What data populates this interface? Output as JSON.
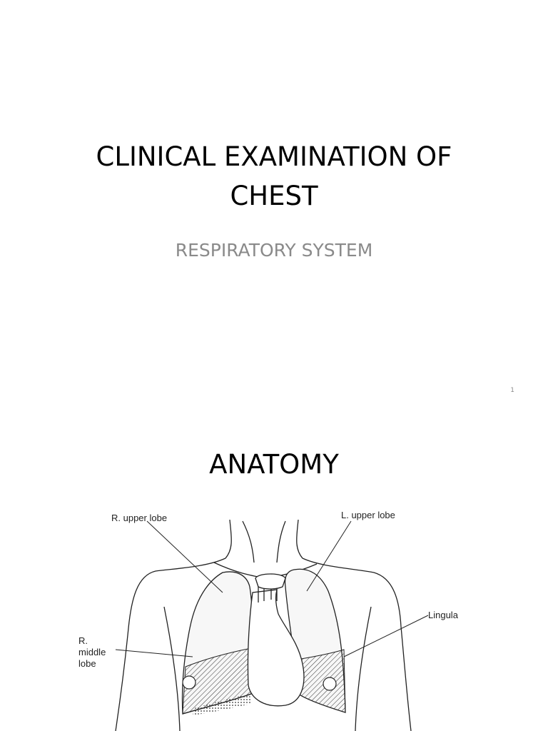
{
  "slide1": {
    "title_line1": "CLINICAL EXAMINATION OF",
    "title_line2": "CHEST",
    "subtitle": "RESPIRATORY SYSTEM",
    "page_number": "1"
  },
  "slide2": {
    "title": "ANATOMY",
    "figure": {
      "labels": {
        "r_upper_lobe": "R. upper lobe",
        "l_upper_lobe": "L. upper lobe",
        "lingula": "Lingula",
        "r_middle_lobe_1": "R.",
        "r_middle_lobe_2": "middle",
        "r_middle_lobe_3": "lobe"
      }
    }
  }
}
